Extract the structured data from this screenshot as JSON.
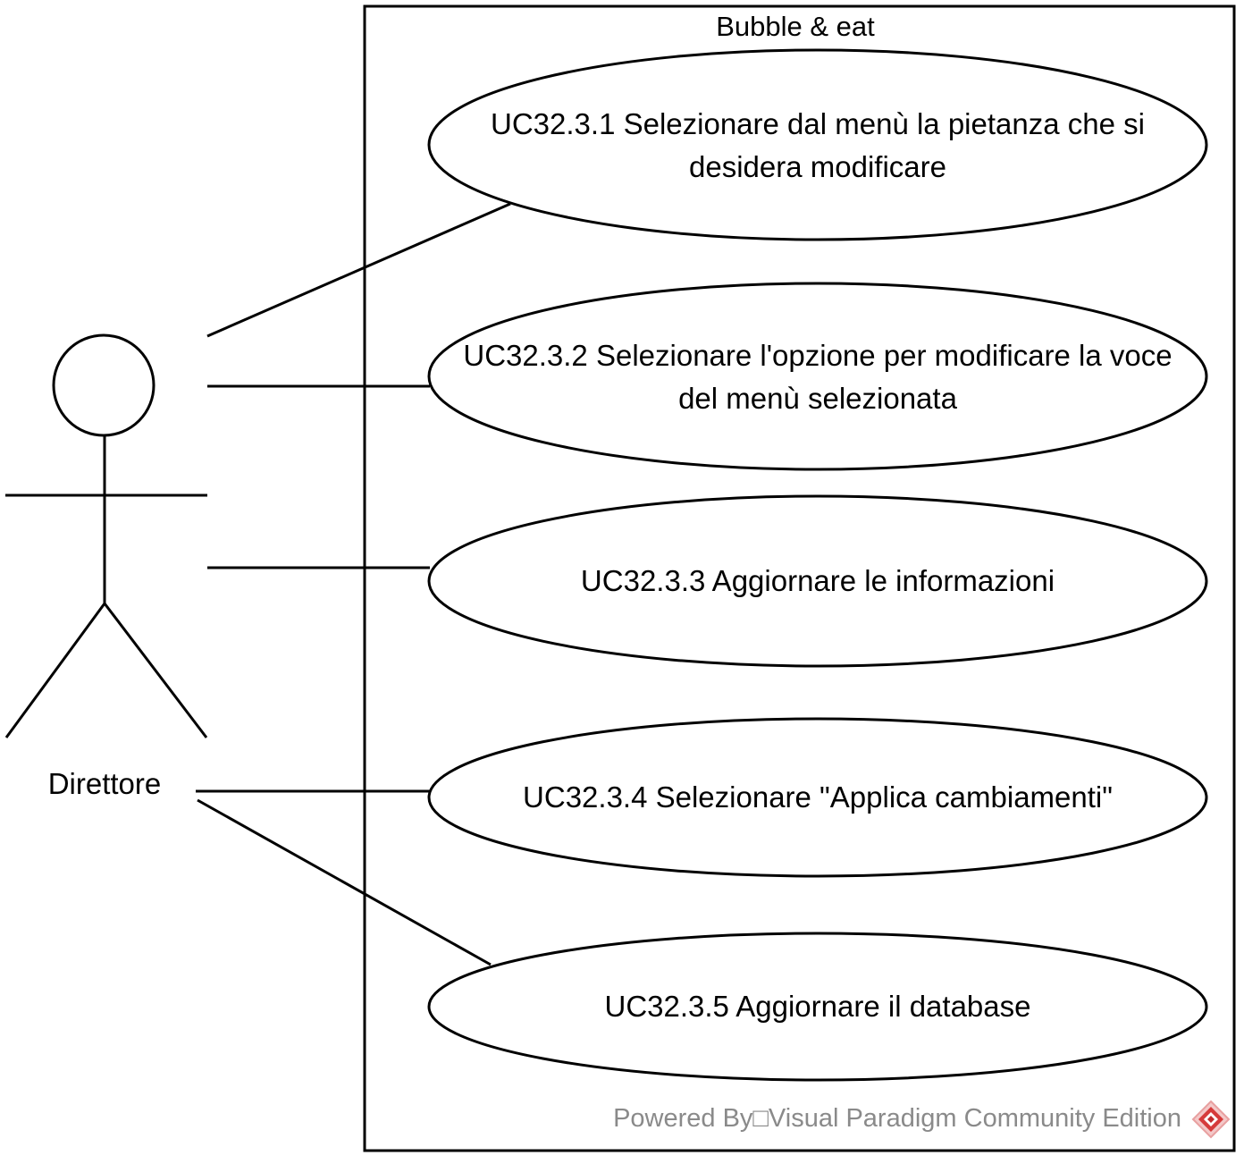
{
  "system": {
    "title": "Bubble & eat"
  },
  "actor": {
    "name": "Direttore"
  },
  "use_cases": [
    {
      "id": "uc1",
      "text": "UC32.3.1 Selezionare dal menù la pietanza che si desidera modificare"
    },
    {
      "id": "uc2",
      "text": "UC32.3.2 Selezionare l'opzione per modificare la voce del menù selezionata"
    },
    {
      "id": "uc3",
      "text": "UC32.3.3 Aggiornare le informazioni"
    },
    {
      "id": "uc4",
      "text": "UC32.3.4 Selezionare \"Applica cambiamenti\""
    },
    {
      "id": "uc5",
      "text": "UC32.3.5 Aggiornare il database"
    }
  ],
  "watermark": {
    "text": "Powered By□Visual Paradigm Community Edition",
    "color": "#8a8a8a"
  },
  "icons": {
    "vendor_logo": "visual-paradigm-logo-icon"
  }
}
